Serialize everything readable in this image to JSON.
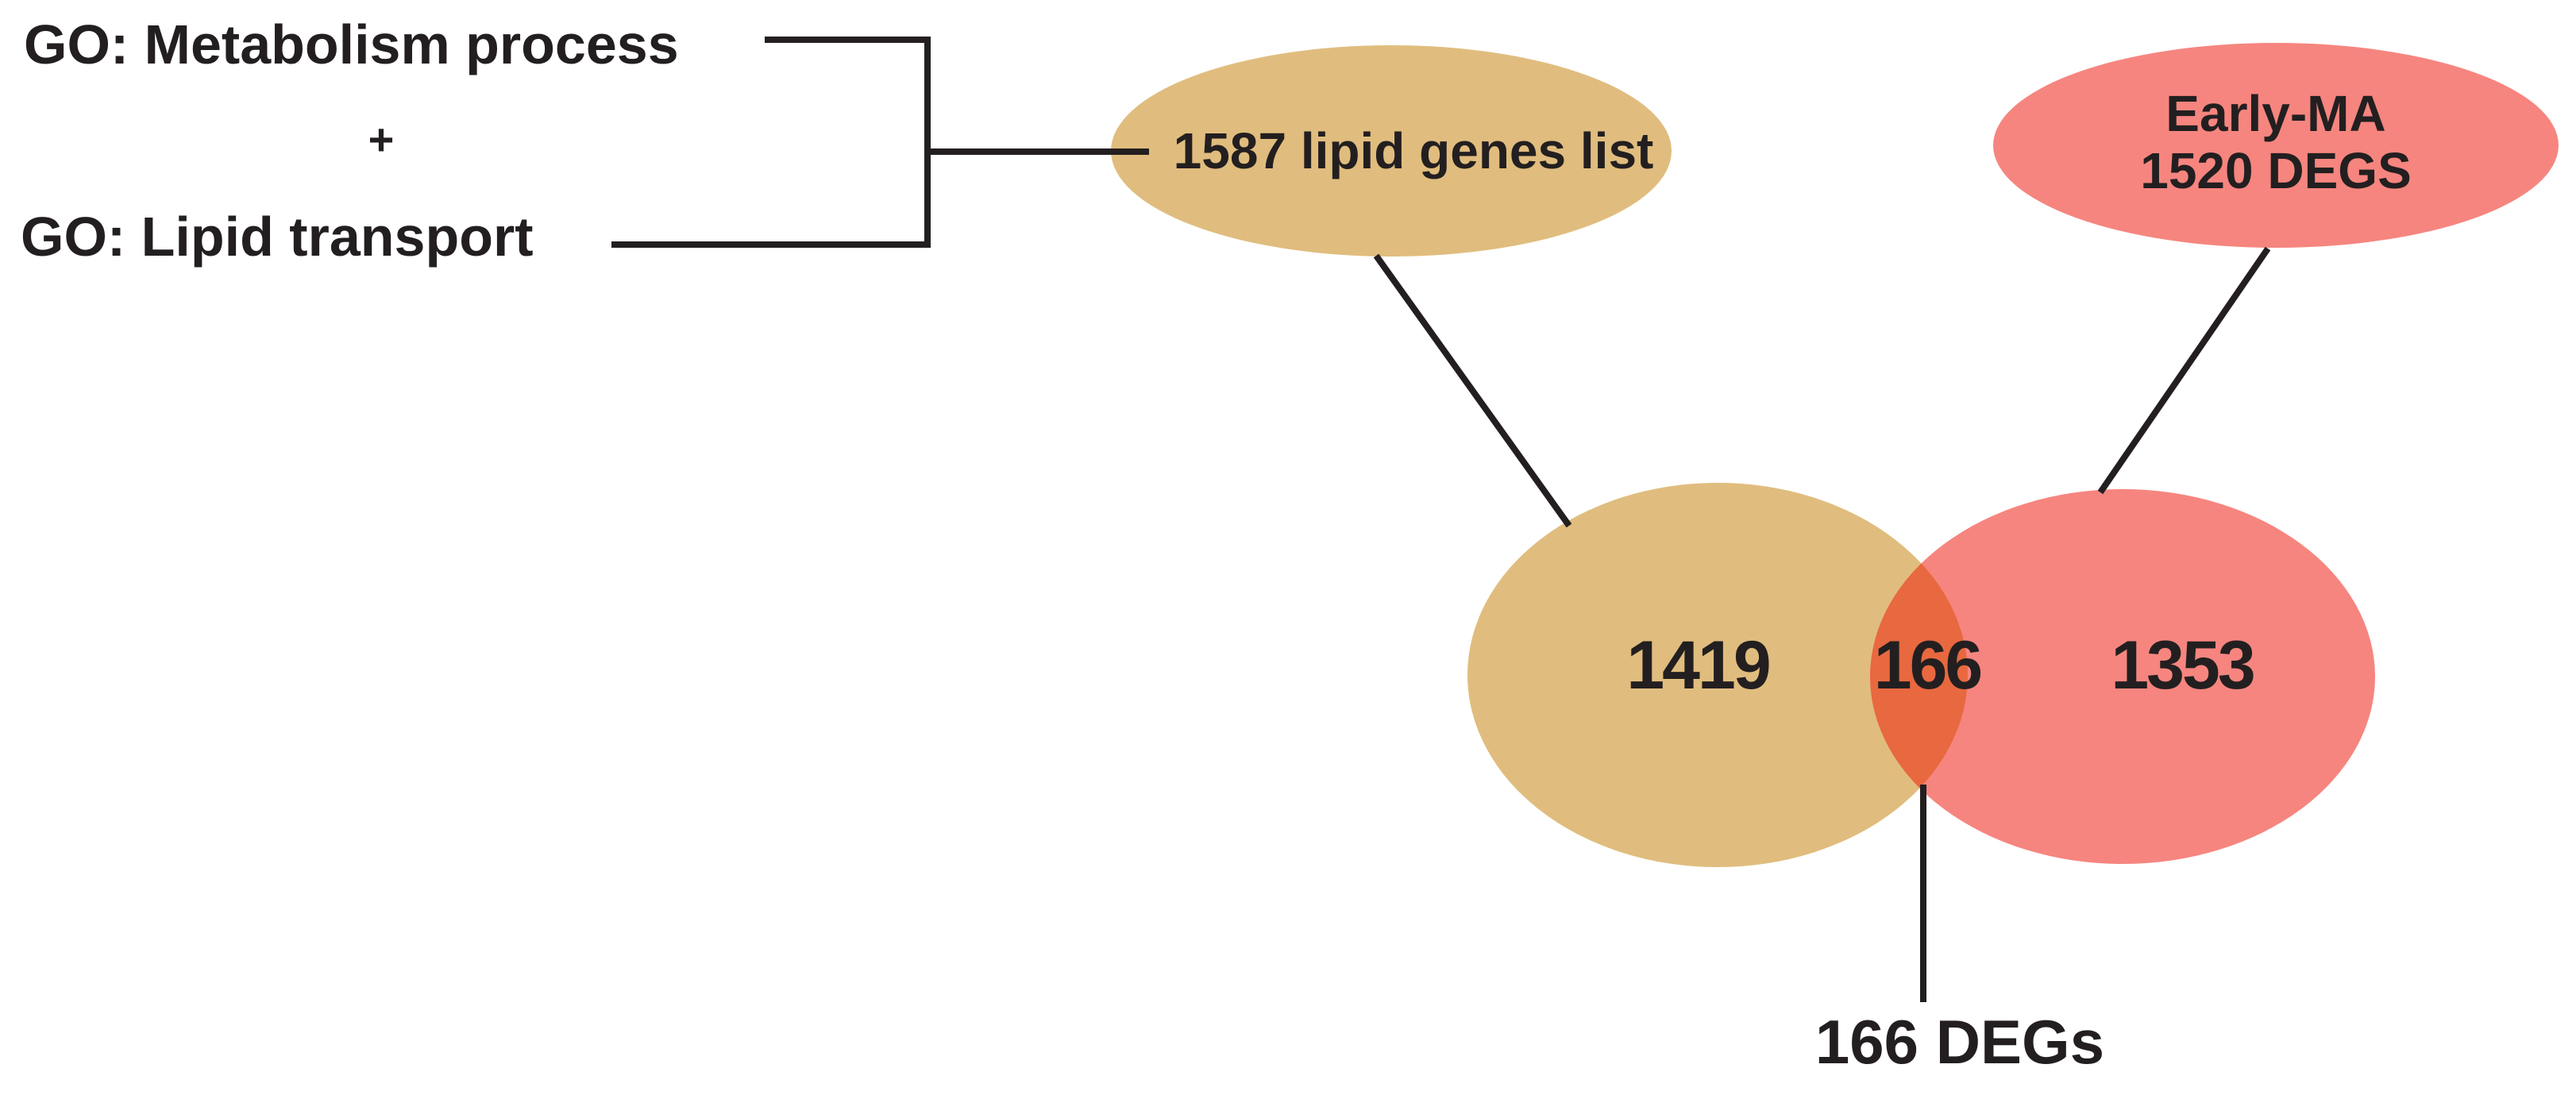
{
  "figure": {
    "background": "#FFFFFF",
    "colors": {
      "lipid_fill": "#E0BD7E",
      "degs_fill": "#F6857F",
      "overlap_fill": "#E86840",
      "line": "#231F20",
      "text": "#231F20"
    },
    "go_sources": {
      "metabolism": "GO: Metabolism process",
      "plus": "+",
      "lipid_transport": "GO: Lipid transport"
    },
    "lipid_node": {
      "label": "1587 lipid genes list"
    },
    "early_ma_node": {
      "line1": "Early-MA",
      "line2": "1520 DEGS"
    },
    "venn": {
      "left_only": "1419",
      "intersection": "166",
      "right_only": "1353"
    },
    "callout": {
      "label": "166 DEGs"
    }
  }
}
